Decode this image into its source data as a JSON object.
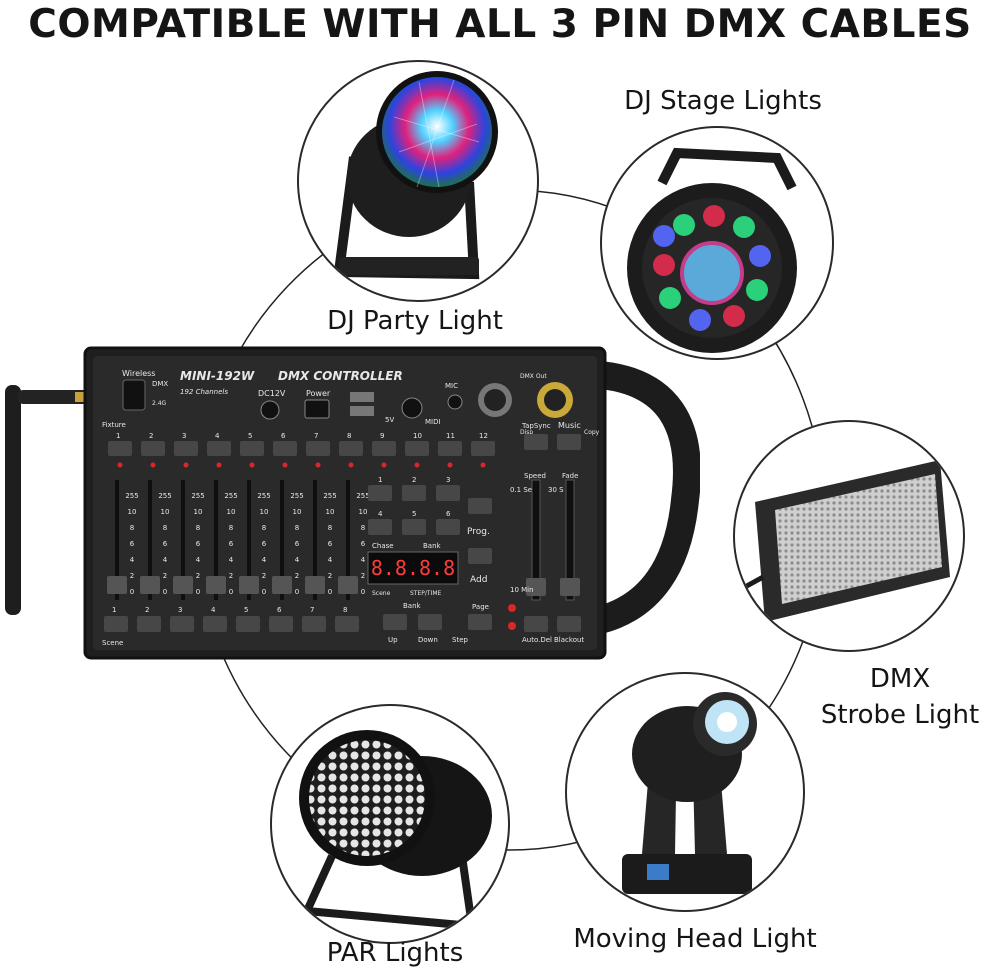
{
  "headline": "COMPATIBLE WITH ALL 3 PIN DMX CABLES",
  "products": {
    "party_light": "DJ Party Light",
    "stage_lights": "DJ Stage Lights",
    "strobe_line1": "DMX",
    "strobe_line2": "Strobe Light",
    "par_lights": "PAR Lights",
    "moving_head": "Moving Head Light"
  },
  "controller": {
    "model": "MINI-192W",
    "title": "DMX CONTROLLER",
    "channels": "192 Channels",
    "wireless": "Wireless",
    "dmx": "DMX",
    "freq": "2.4G",
    "dc": "DC12V",
    "power": "Power",
    "usb_5v": "5V",
    "midi": "MIDI",
    "mic": "MIC",
    "dmx_out": "DMX Out",
    "fixture": "Fixture",
    "scene": "Scene",
    "chase": "Chase",
    "bank": "Bank",
    "step_time": "STEP/TIME",
    "scene_small": "Scene",
    "prog": "Prog.",
    "add": "Add",
    "page": "Page",
    "up": "Up",
    "down": "Down",
    "step": "Step",
    "auto_del": "Auto.Del",
    "blackout": "Blackout",
    "tap_sync": "TapSync",
    "music": "Music",
    "disp": "Disp",
    "copy": "Copy",
    "speed": "Speed",
    "fade": "Fade",
    "sec": "0.1 Sec",
    "min": "10 Min",
    "s30": "30 S",
    "display": "8.8.8.8",
    "fader_scale": [
      "255",
      "10",
      "8",
      "6",
      "4",
      "2",
      "0"
    ],
    "fixture_numbers": [
      "1",
      "2",
      "3",
      "4",
      "5",
      "6",
      "7",
      "8",
      "9",
      "10",
      "11",
      "12"
    ],
    "scene_numbers": [
      "1",
      "2",
      "3",
      "4",
      "5",
      "6",
      "7",
      "8"
    ],
    "keypad_numbers": [
      "1",
      "2",
      "3",
      "4",
      "5",
      "6"
    ]
  }
}
